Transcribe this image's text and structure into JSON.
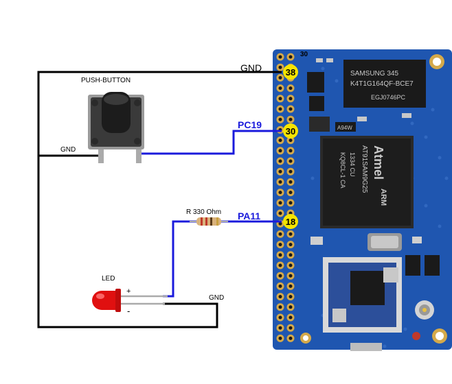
{
  "labels": {
    "push_button": "PUSH-BUTTON",
    "gnd_button": "GND",
    "gnd_top": "GND",
    "resistor": "R 330 Ohm",
    "led": "LED",
    "led_plus": "+",
    "led_minus": "-",
    "gnd_led": "GND"
  },
  "signals": {
    "pc19": "PC19",
    "pa11": "PA11"
  },
  "pins": {
    "top_num": "30",
    "p38": "38",
    "p30": "30",
    "p18": "18"
  },
  "chips": {
    "ram_line1": "SAMSUNG 345",
    "ram_line2": "K4T1G164QF-BCE7",
    "ram_line3": "EGJ0746PC",
    "small_chip": "A94W",
    "cpu_brand": "Atmel",
    "cpu_line1": "AT91SAM9G25",
    "cpu_line2": "1334 CU",
    "cpu_line3": "KQ8CL-1 CA",
    "cpu_logo": "ARM"
  },
  "colors": {
    "board": "#1f56b0",
    "pad": "#d4a94a",
    "pin_marker": "#f5e400",
    "signal_wire": "#1a1adc",
    "ground_wire": "#000000",
    "led_red": "#e01010"
  }
}
